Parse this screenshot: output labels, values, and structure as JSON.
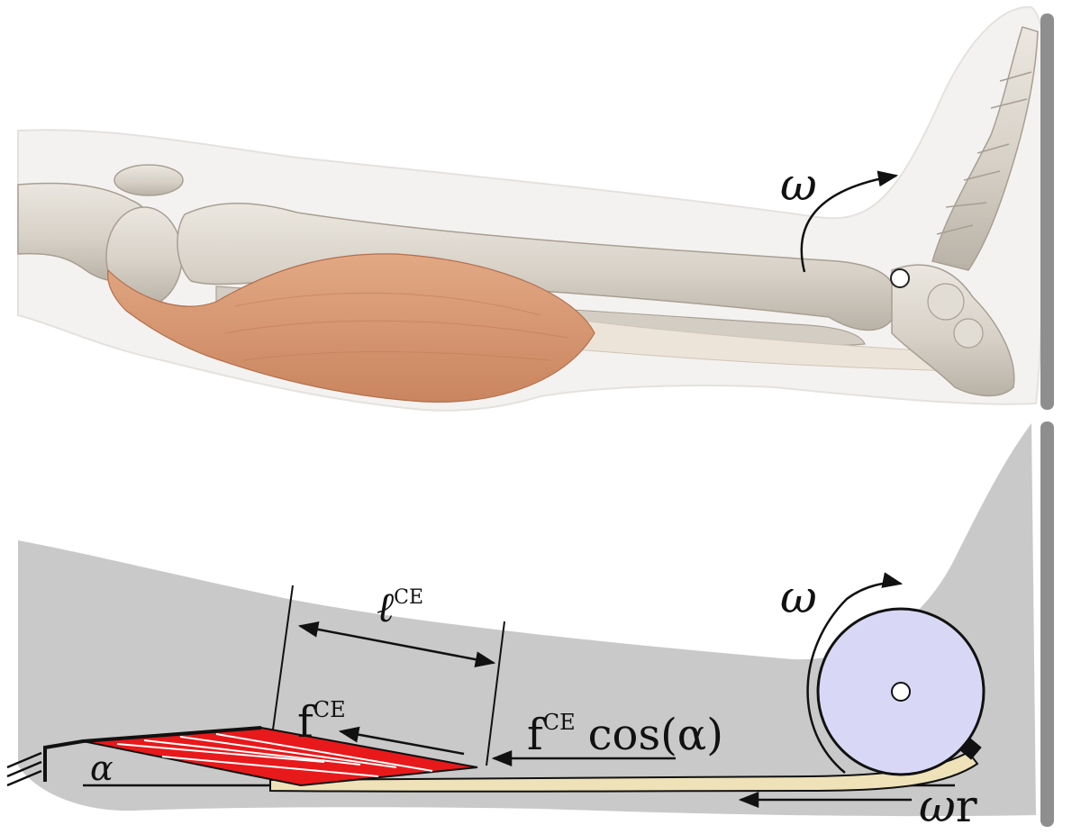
{
  "upper_panel": {
    "rotation_label": "ω"
  },
  "lower_panel": {
    "fiber_length": {
      "base": "ℓ",
      "sup": "CE"
    },
    "fiber_force": {
      "base": "f",
      "sup": "CE"
    },
    "tendon_force": {
      "base": "f",
      "sup": "CE",
      "suffix": "cos(α)"
    },
    "pennation_angle": "α",
    "pulley_rotation": "ω",
    "tendon_velocity": {
      "omega": "ω",
      "r": "r"
    }
  },
  "colors": {
    "bone": "#dcd6cc",
    "muscle": "#d99a74",
    "skin": "#f2f0ee",
    "silhouette": "#c9c9c9",
    "wall": "#8e8e8e",
    "fiber_red": "#e8191b",
    "tendon": "#efe2b8",
    "pulley_fill": "#d8d8f6"
  }
}
